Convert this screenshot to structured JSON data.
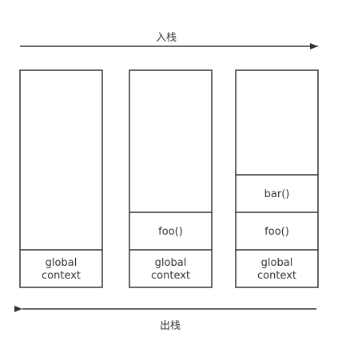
{
  "labels": {
    "push": "入栈",
    "pop": "出栈"
  },
  "stacks": [
    {
      "frames": [
        [
          "global",
          "context"
        ]
      ]
    },
    {
      "frames": [
        [
          "global",
          "context"
        ],
        [
          "foo()"
        ]
      ]
    },
    {
      "frames": [
        [
          "global",
          "context"
        ],
        [
          "foo()"
        ],
        [
          "bar()"
        ]
      ]
    }
  ],
  "colors": {
    "stroke": "#333333",
    "text": "#333333",
    "background": "#ffffff"
  }
}
